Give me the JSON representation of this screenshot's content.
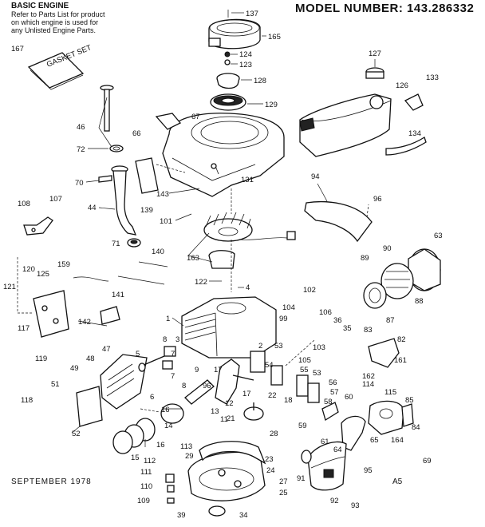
{
  "header": {
    "model_number": "MODEL NUMBER:  143.286332",
    "section_title": "BASIC ENGINE",
    "note_lines": [
      "Refer to Parts List for product",
      "on which engine is used for",
      "any Unlisted Engine Parts."
    ]
  },
  "footer": {
    "date": "SEPTEMBER 1978",
    "code": "A5"
  },
  "manual_label": "GASKET SET",
  "callouts": [
    {
      "id": "137",
      "label": "137"
    },
    {
      "id": "165",
      "label": "165"
    },
    {
      "id": "124",
      "label": "124"
    },
    {
      "id": "123",
      "label": "123"
    },
    {
      "id": "128",
      "label": "128"
    },
    {
      "id": "129",
      "label": "129"
    },
    {
      "id": "127",
      "label": "127"
    },
    {
      "id": "126",
      "label": "126"
    },
    {
      "id": "133",
      "label": "133"
    },
    {
      "id": "134",
      "label": "134"
    },
    {
      "id": "167",
      "label": "167"
    },
    {
      "id": "46",
      "label": "46"
    },
    {
      "id": "72",
      "label": "72"
    },
    {
      "id": "66",
      "label": "66"
    },
    {
      "id": "67",
      "label": "67"
    },
    {
      "id": "70",
      "label": "70"
    },
    {
      "id": "143",
      "label": "143"
    },
    {
      "id": "139",
      "label": "139"
    },
    {
      "id": "131",
      "label": "131"
    },
    {
      "id": "94",
      "label": "94"
    },
    {
      "id": "96",
      "label": "96"
    },
    {
      "id": "108",
      "label": "108"
    },
    {
      "id": "107",
      "label": "107"
    },
    {
      "id": "44",
      "label": "44"
    },
    {
      "id": "101",
      "label": "101"
    },
    {
      "id": "63",
      "label": "63"
    },
    {
      "id": "71",
      "label": "71"
    },
    {
      "id": "140",
      "label": "140"
    },
    {
      "id": "163",
      "label": "163"
    },
    {
      "id": "90",
      "label": "90"
    },
    {
      "id": "89",
      "label": "89"
    },
    {
      "id": "120",
      "label": "120"
    },
    {
      "id": "159",
      "label": "159"
    },
    {
      "id": "125",
      "label": "125"
    },
    {
      "id": "121",
      "label": "121"
    },
    {
      "id": "122",
      "label": "122"
    },
    {
      "id": "4",
      "label": "4"
    },
    {
      "id": "141",
      "label": "141"
    },
    {
      "id": "102",
      "label": "102"
    },
    {
      "id": "88",
      "label": "88"
    },
    {
      "id": "87",
      "label": "87"
    },
    {
      "id": "142",
      "label": "142"
    },
    {
      "id": "104",
      "label": "104"
    },
    {
      "id": "106",
      "label": "106"
    },
    {
      "id": "1",
      "label": "1"
    },
    {
      "id": "99",
      "label": "99"
    },
    {
      "id": "36",
      "label": "36"
    },
    {
      "id": "117",
      "label": "117"
    },
    {
      "id": "35",
      "label": "35"
    },
    {
      "id": "83",
      "label": "83"
    },
    {
      "id": "82",
      "label": "82"
    },
    {
      "id": "3",
      "label": "3"
    },
    {
      "id": "103",
      "label": "103"
    },
    {
      "id": "119",
      "label": "119"
    },
    {
      "id": "2",
      "label": "2"
    },
    {
      "id": "53a",
      "label": "53"
    },
    {
      "id": "47",
      "label": "47"
    },
    {
      "id": "5",
      "label": "5"
    },
    {
      "id": "8a",
      "label": "8"
    },
    {
      "id": "105",
      "label": "105"
    },
    {
      "id": "161",
      "label": "161"
    },
    {
      "id": "48",
      "label": "48"
    },
    {
      "id": "7a",
      "label": "7"
    },
    {
      "id": "9",
      "label": "9"
    },
    {
      "id": "54",
      "label": "54"
    },
    {
      "id": "55",
      "label": "55"
    },
    {
      "id": "53b",
      "label": "53"
    },
    {
      "id": "162",
      "label": "162"
    },
    {
      "id": "49",
      "label": "49"
    },
    {
      "id": "17a",
      "label": "17"
    },
    {
      "id": "56",
      "label": "56"
    },
    {
      "id": "114",
      "label": "114"
    },
    {
      "id": "51",
      "label": "51"
    },
    {
      "id": "7b",
      "label": "7"
    },
    {
      "id": "8b",
      "label": "8"
    },
    {
      "id": "96b",
      "label": "96"
    },
    {
      "id": "57",
      "label": "57"
    },
    {
      "id": "115",
      "label": "115"
    },
    {
      "id": "6",
      "label": "6"
    },
    {
      "id": "17b",
      "label": "17"
    },
    {
      "id": "22",
      "label": "22"
    },
    {
      "id": "60",
      "label": "60"
    },
    {
      "id": "118",
      "label": "118"
    },
    {
      "id": "16a",
      "label": "16"
    },
    {
      "id": "18",
      "label": "18"
    },
    {
      "id": "12",
      "label": "12"
    },
    {
      "id": "58",
      "label": "58"
    },
    {
      "id": "13",
      "label": "13"
    },
    {
      "id": "11",
      "label": "11"
    },
    {
      "id": "85",
      "label": "85"
    },
    {
      "id": "21",
      "label": "21"
    },
    {
      "id": "14",
      "label": "14"
    },
    {
      "id": "59",
      "label": "59"
    },
    {
      "id": "52",
      "label": "52"
    },
    {
      "id": "28",
      "label": "28"
    },
    {
      "id": "84",
      "label": "84"
    },
    {
      "id": "61",
      "label": "61"
    },
    {
      "id": "65",
      "label": "65"
    },
    {
      "id": "164",
      "label": "164"
    },
    {
      "id": "16b",
      "label": "16"
    },
    {
      "id": "113",
      "label": "113"
    },
    {
      "id": "64",
      "label": "64"
    },
    {
      "id": "15",
      "label": "15"
    },
    {
      "id": "112",
      "label": "112"
    },
    {
      "id": "29",
      "label": "29"
    },
    {
      "id": "23",
      "label": "23"
    },
    {
      "id": "69",
      "label": "69"
    },
    {
      "id": "111",
      "label": "111"
    },
    {
      "id": "24",
      "label": "24"
    },
    {
      "id": "95",
      "label": "95"
    },
    {
      "id": "27",
      "label": "27"
    },
    {
      "id": "91",
      "label": "91"
    },
    {
      "id": "110",
      "label": "110"
    },
    {
      "id": "25",
      "label": "25"
    },
    {
      "id": "109",
      "label": "109"
    },
    {
      "id": "92",
      "label": "92"
    },
    {
      "id": "93",
      "label": "93"
    },
    {
      "id": "39",
      "label": "39"
    },
    {
      "id": "34",
      "label": "34"
    }
  ]
}
